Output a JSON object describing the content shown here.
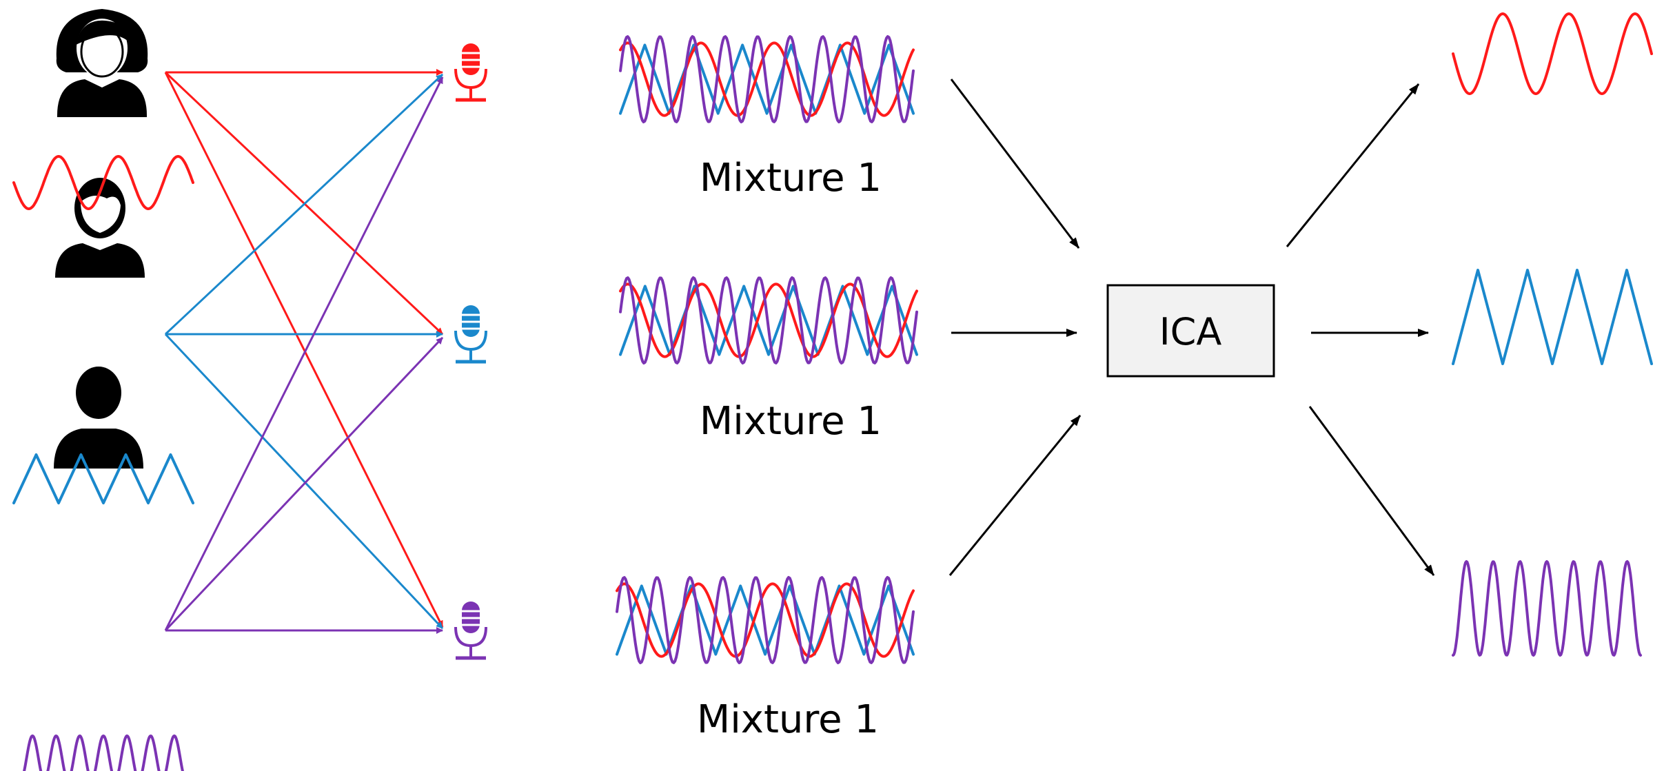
{
  "colors": {
    "red": "#ff1a1a",
    "blue": "#1a88cc",
    "purple": "#7b33b3",
    "arrow": "#000000",
    "box_fill": "#f2f2f2"
  },
  "sources": [
    {
      "name": "female-speaker",
      "icon": "female-person-icon",
      "color": "red",
      "wave": "sine"
    },
    {
      "name": "male-speaker",
      "icon": "male-person-icon",
      "color": "blue",
      "wave": "triangle"
    },
    {
      "name": "person-speaker",
      "icon": "person-icon",
      "color": "purple",
      "wave": "fast-sine"
    }
  ],
  "microphones": [
    {
      "icon": "microphone-icon",
      "color": "red"
    },
    {
      "icon": "microphone-icon",
      "color": "blue"
    },
    {
      "icon": "microphone-icon",
      "color": "purple"
    }
  ],
  "mixtures": [
    {
      "label": "Mixture 1"
    },
    {
      "label": "Mixture 1"
    },
    {
      "label": "Mixture 1"
    }
  ],
  "ica": {
    "label": "ICA"
  },
  "outputs": [
    {
      "color": "red",
      "wave": "sine"
    },
    {
      "color": "blue",
      "wave": "triangle"
    },
    {
      "color": "purple",
      "wave": "fast-sine"
    }
  ]
}
